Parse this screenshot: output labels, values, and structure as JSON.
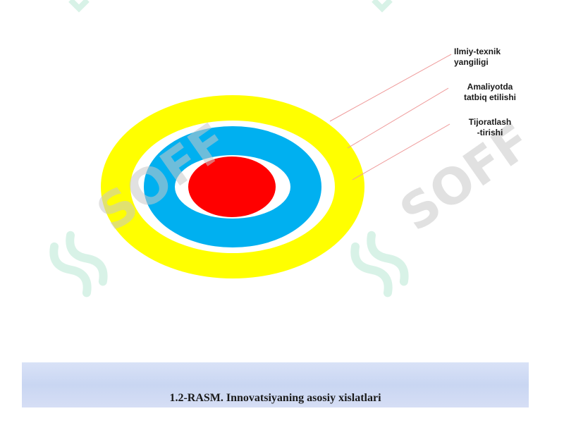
{
  "diagram": {
    "labels": [
      {
        "id": "lbl1",
        "text": "Ilmiy-texnik\nyangiligi"
      },
      {
        "id": "lbl2",
        "text": "Amaliyotda\ntatbiq etilishi"
      },
      {
        "id": "lbl3",
        "text": "Tijoratlash\n-tirishi"
      }
    ],
    "rings": [
      {
        "name": "outer-yellow-ring",
        "color": "#ffff00"
      },
      {
        "name": "middle-blue-ring",
        "color": "#00b0f0"
      },
      {
        "name": "inner-red-circle",
        "color": "#ff0000"
      }
    ]
  },
  "caption": {
    "text": "1.2-RASM. Innovatsiyaning asosiy xislatlari"
  },
  "watermark": {
    "text": "SOFF",
    "colors": {
      "logo": "#b9e8d4",
      "text": "#c8c8c8"
    }
  }
}
